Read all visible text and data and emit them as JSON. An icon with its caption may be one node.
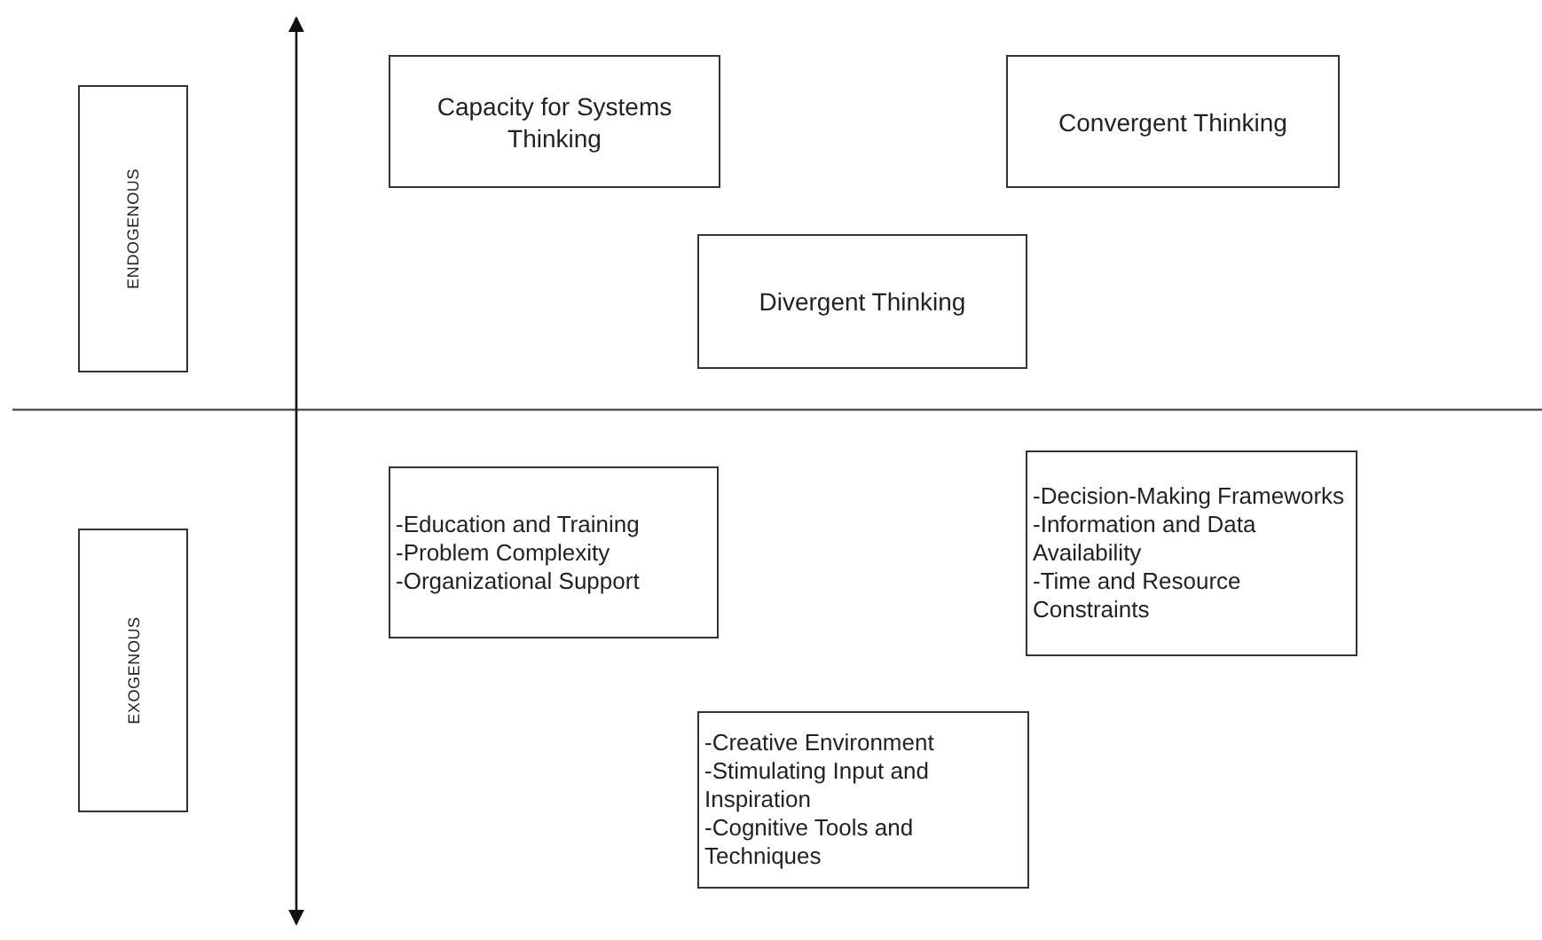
{
  "diagram": {
    "nodes": [
      {
        "text": [
          "ENDOGENOUS"
        ]
      },
      {
        "text": [
          "Capacity for Systems Thinking"
        ]
      },
      {
        "text": [
          "Convergent Thinking"
        ]
      },
      {
        "text": [
          "Divergent Thinking"
        ]
      },
      {
        "text": [
          "EXOGENOUS"
        ]
      },
      {
        "text": [
          "-Education and Training",
          "-Problem Complexity",
          "-Organizational Support"
        ]
      },
      {
        "text": [
          "-Decision-Making Frameworks",
          "-Information and Data Availability",
          "-Time and Resource Constraints"
        ]
      },
      {
        "text": [
          "-Creative Environment",
          "-Stimulating Input and Inspiration",
          "-Cognitive Tools and Techniques"
        ]
      }
    ]
  }
}
